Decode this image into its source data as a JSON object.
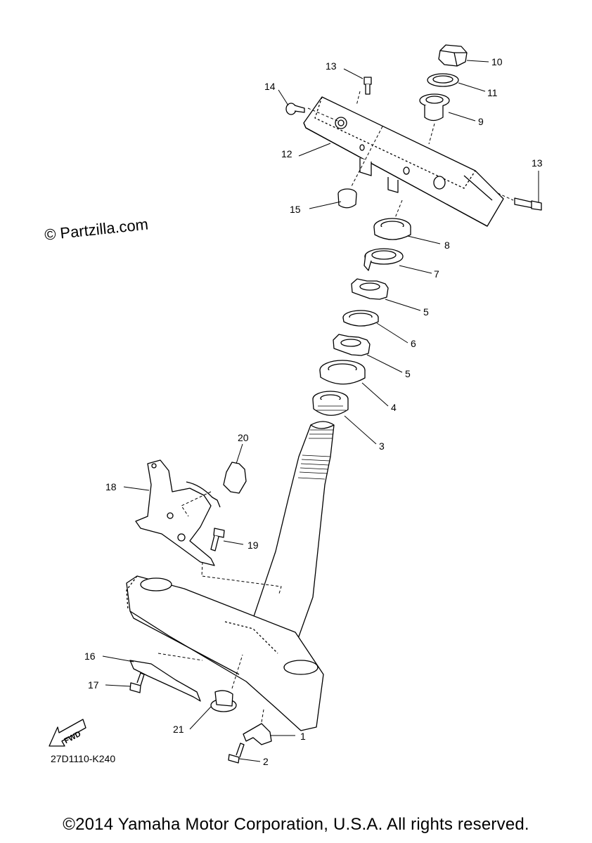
{
  "watermark": "© Partzilla.com",
  "diagram_code": "27D1110-K240",
  "copyright": "©2014 Yamaha Motor Corporation, U.S.A. All rights reserved.",
  "fwd_label": "FWD",
  "callouts": [
    "1",
    "2",
    "3",
    "4",
    "5",
    "5",
    "6",
    "7",
    "8",
    "9",
    "10",
    "11",
    "12",
    "13",
    "13",
    "14",
    "15",
    "16",
    "17",
    "18",
    "19",
    "20",
    "21"
  ]
}
